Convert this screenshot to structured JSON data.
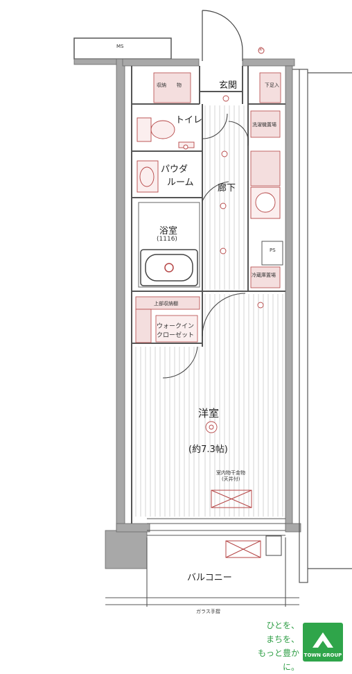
{
  "rooms": {
    "ms": "MS",
    "entrance": "玄関",
    "shoe_box": "下足入",
    "storage": "収納",
    "storage_small": "物",
    "toilet": "トイレ",
    "washer": "洗濯機置場",
    "powder_room_line1": "パウダ",
    "powder_room_line2": "ルーム",
    "hallway": "廊下",
    "bath": "浴室",
    "bath_size": "(1116)",
    "ps": "PS",
    "fridge": "冷蔵庫置場",
    "shelf": "上部収納棚",
    "walk_in_line1": "ウォークイン",
    "walk_in_line2": "クローゼット",
    "western_room": "洋室",
    "western_size": "(約7.3帖)",
    "indoor_dryer_line1": "室内物干金物",
    "indoor_dryer_line2": "(天井付)",
    "balcony": "バルコニー",
    "glass_rail": "ガラス手摺",
    "circle_one": "①"
  },
  "branding": {
    "slogan_line1": "ひとを、",
    "slogan_line2": "まちを、",
    "slogan_line3": "もっと豊かに。",
    "logo_text": "TOWN GROUP"
  }
}
